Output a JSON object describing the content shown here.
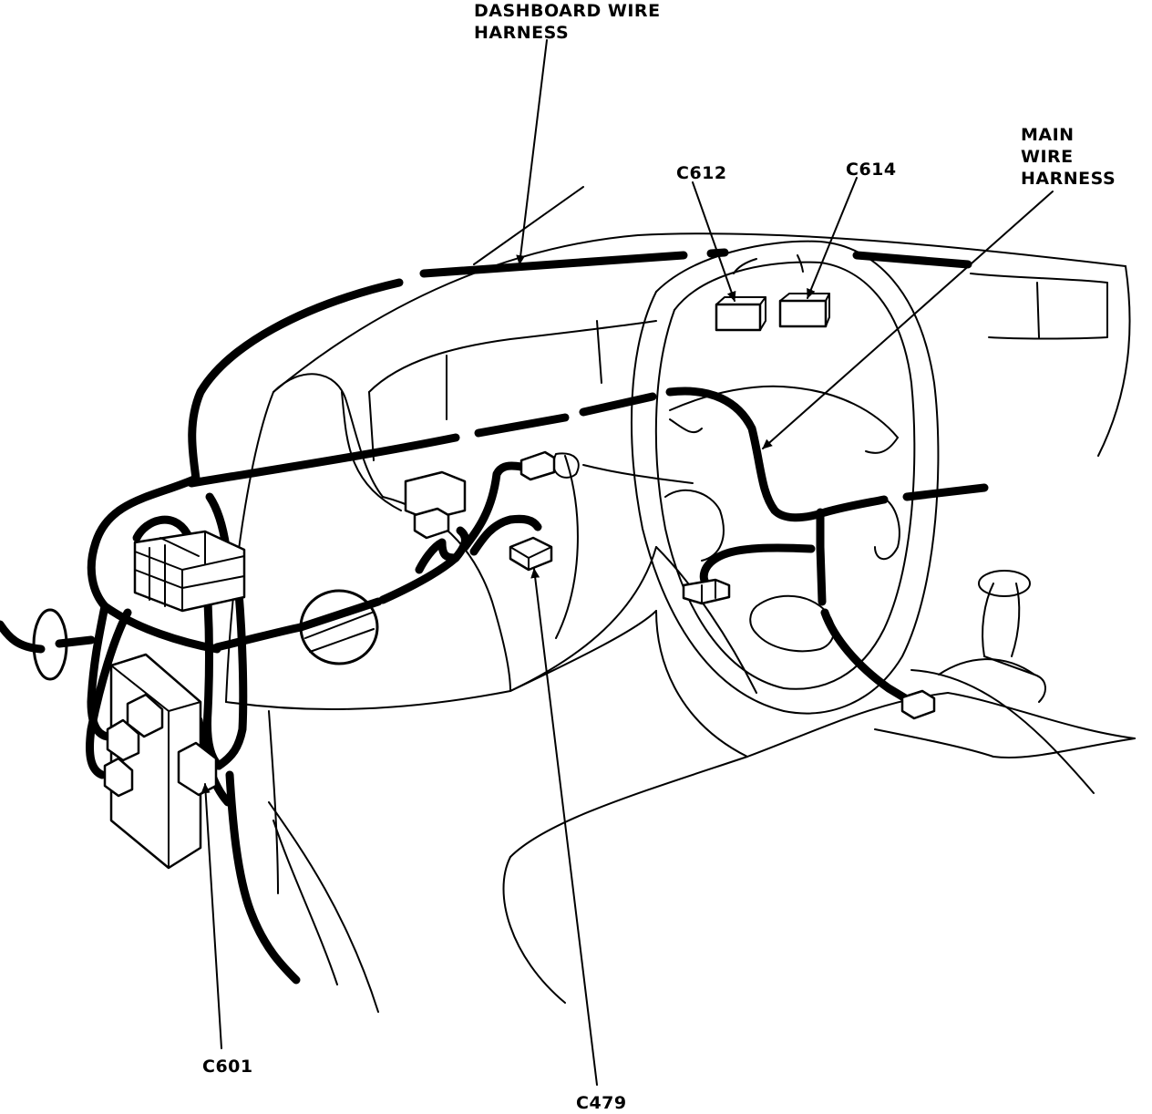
{
  "labels": {
    "dashboard_line1": "DASHBOARD WIRE",
    "dashboard_line2": "HARNESS",
    "main_line1": "MAIN",
    "main_line2": "WIRE",
    "main_line3": "HARNESS",
    "c612": "C612",
    "c614": "C614",
    "c601": "C601",
    "c479": "C479"
  }
}
